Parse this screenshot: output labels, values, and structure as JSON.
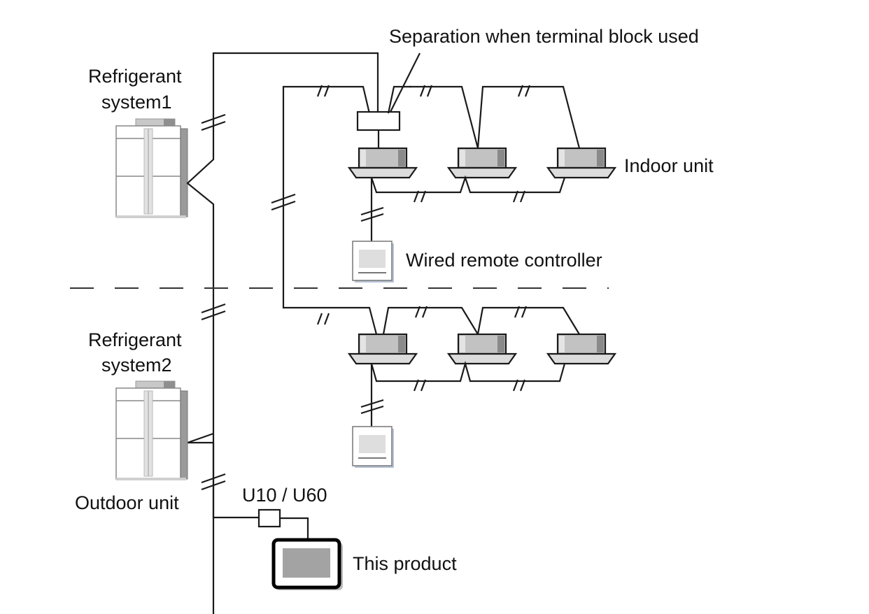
{
  "diagram": {
    "type": "wiring-system-diagram",
    "labels": {
      "separation_note": "Separation when terminal block used",
      "refrigerant_system_1_line1": "Refrigerant",
      "refrigerant_system_1_line2": "system1",
      "refrigerant_system_2_line1": "Refrigerant",
      "refrigerant_system_2_line2": "system2",
      "outdoor_unit": "Outdoor unit",
      "indoor_unit": "Indoor unit",
      "wired_remote_controller": "Wired remote controller",
      "adapter": "U10 / U60",
      "this_product": "This product"
    },
    "systems": [
      {
        "name": "Refrigerant system1",
        "outdoor_units": 1,
        "indoor_units": 3,
        "remote_controllers": 1,
        "terminal_block": true
      },
      {
        "name": "Refrigerant system2",
        "outdoor_units": 1,
        "indoor_units": 3,
        "remote_controllers": 1,
        "terminal_block": false
      }
    ],
    "colors": {
      "line": "#1a1a1a",
      "unit_body": "#c4c4c4",
      "unit_dark": "#8a8a8a",
      "unit_light": "#e6e6e6",
      "screen": "#a3a3a3"
    }
  }
}
